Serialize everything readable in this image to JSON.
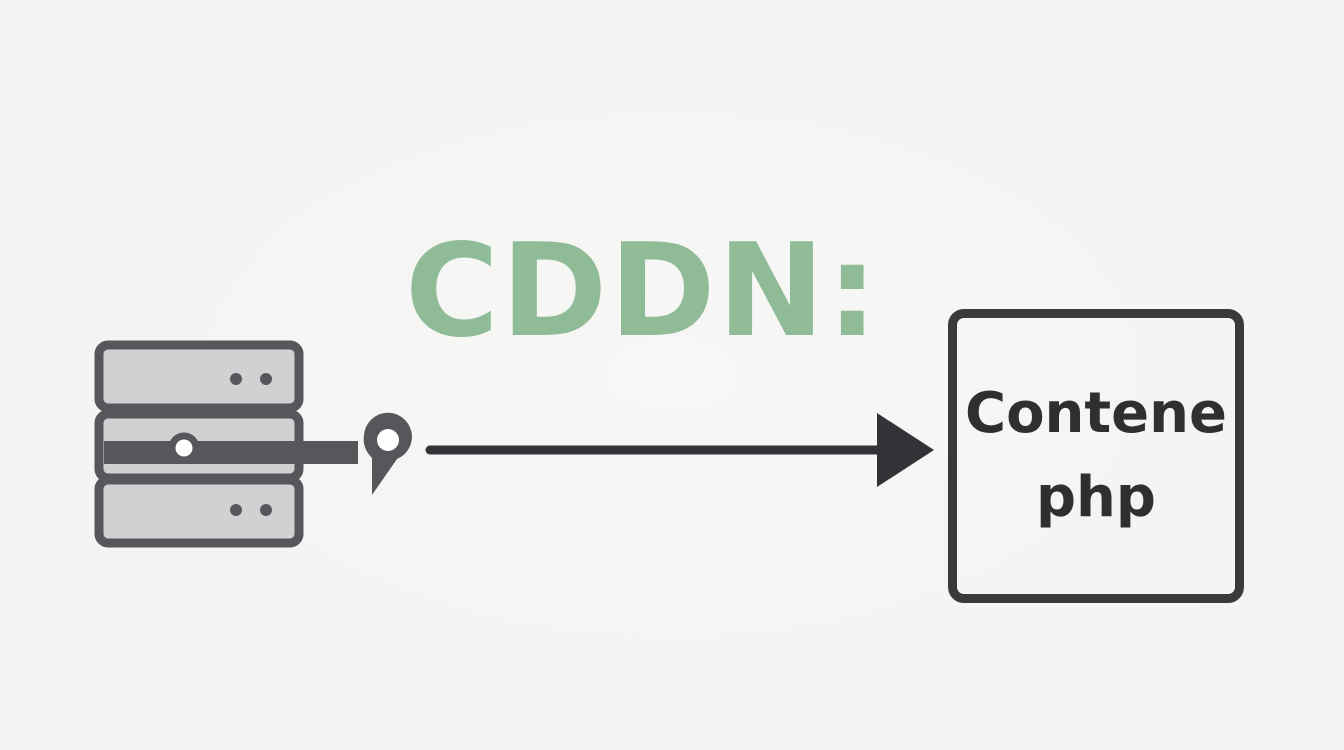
{
  "diagram": {
    "title": "CDDN:",
    "target_box": {
      "line1": "Contene",
      "line2": "php"
    },
    "source_icon": "server-icon",
    "connector_icon": "plug-connector-icon",
    "arrow_icon": "right-arrow-icon"
  },
  "colors": {
    "title": "#8fbc96",
    "stroke": "#57565b",
    "server_fill": "#d1d1d3",
    "arrow": "#333236",
    "box_border": "#3a393c",
    "text": "#2f2e31",
    "background": "#f4f4f3"
  }
}
